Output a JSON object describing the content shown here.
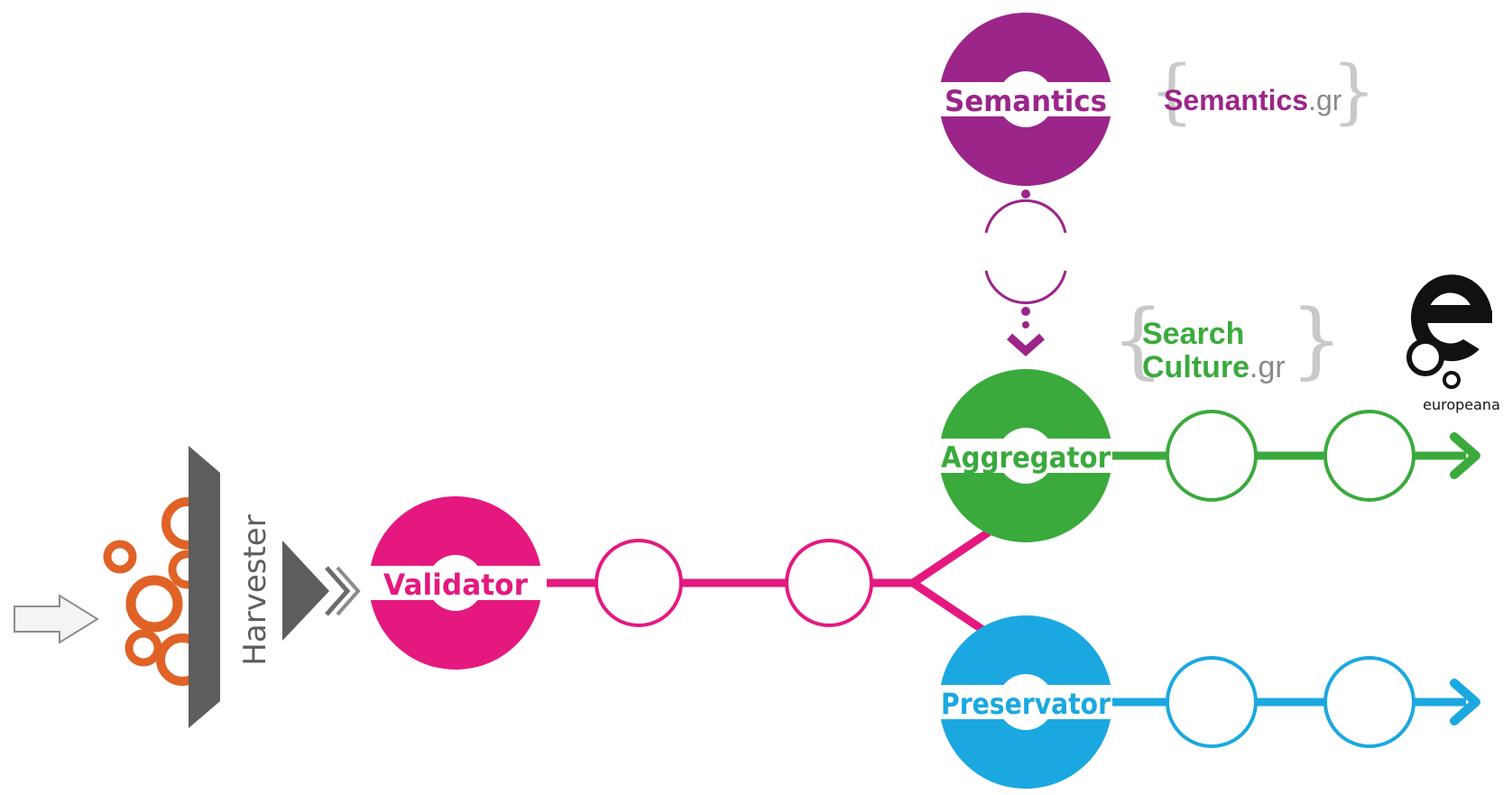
{
  "colors": {
    "semantics": "#9b2589",
    "aggregator": "#3aaa3c",
    "preservator": "#1ba8e0",
    "validator": "#e5187f",
    "harvester_gray": "#5c5d5f",
    "bubble_orange": "#e06226",
    "brace_gray": "#c9c9c9",
    "tld_gray": "#8a8a8a"
  },
  "icons": {
    "input_arrow": "outline-arrow-right-icon",
    "harvester_funnel": "funnel-icon",
    "harvester_chevron": "double-chevron-right-icon",
    "merge_chevron": "chevron-down-icon",
    "logo": "europeana-logo"
  },
  "harvester": {
    "label": "Harvester"
  },
  "nodes": {
    "validator": "Validator",
    "semantics": "Semantics",
    "aggregator": "Aggregator",
    "preservator": "Preservator"
  },
  "brands": {
    "semantics": {
      "word": "Semantics",
      "tld": ".gr"
    },
    "searchculture": {
      "line1": "Search",
      "line2_word": "Culture",
      "tld": ".gr"
    }
  },
  "logo": {
    "text": "europeana"
  }
}
